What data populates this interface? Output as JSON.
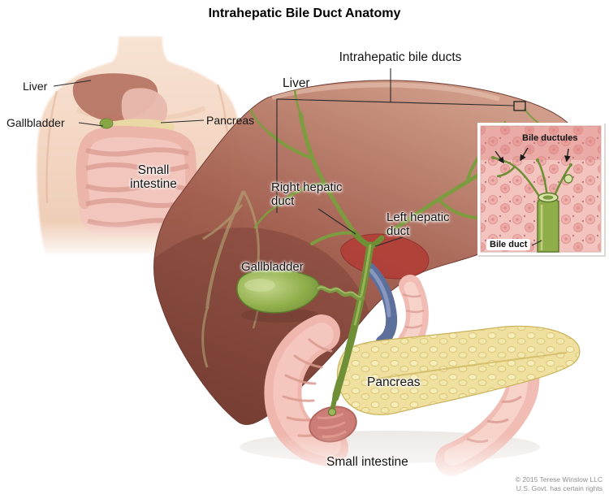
{
  "page": {
    "title": "Intrahepatic Bile Duct Anatomy"
  },
  "overview_inset": {
    "labels": {
      "liver": "Liver",
      "gallbladder": "Gallbladder",
      "pancreas": "Pancreas",
      "small_intestine": "Small intestine"
    }
  },
  "main_figure": {
    "labels": {
      "intrahepatic_bile_ducts": "Intrahepatic bile ducts",
      "liver": "Liver",
      "right_hepatic_duct": "Right hepatic duct",
      "left_hepatic_duct": "Left hepatic duct",
      "gallbladder": "Gallbladder",
      "pancreas": "Pancreas",
      "small_intestine": "Small intestine"
    }
  },
  "magnified_inset": {
    "labels": {
      "bile_ductules": "Bile ductules",
      "bile_duct": "Bile duct"
    }
  },
  "credit": {
    "line1": "© 2015 Terese Winslow LLC",
    "line2": "U.S. Govt. has certain rights"
  },
  "colors": {
    "liver_light": "#cf9c88",
    "liver_dark": "#7a4035",
    "bile_green": "#6f8f36",
    "gallbladder_green": "#8fae4a",
    "pancreas_yellow": "#efe0a0",
    "intestine_pink": "#efb3ab",
    "portal_vein_blue": "#5d6f9b",
    "artery_red": "#b23f38",
    "skin": "#f4dac8"
  }
}
